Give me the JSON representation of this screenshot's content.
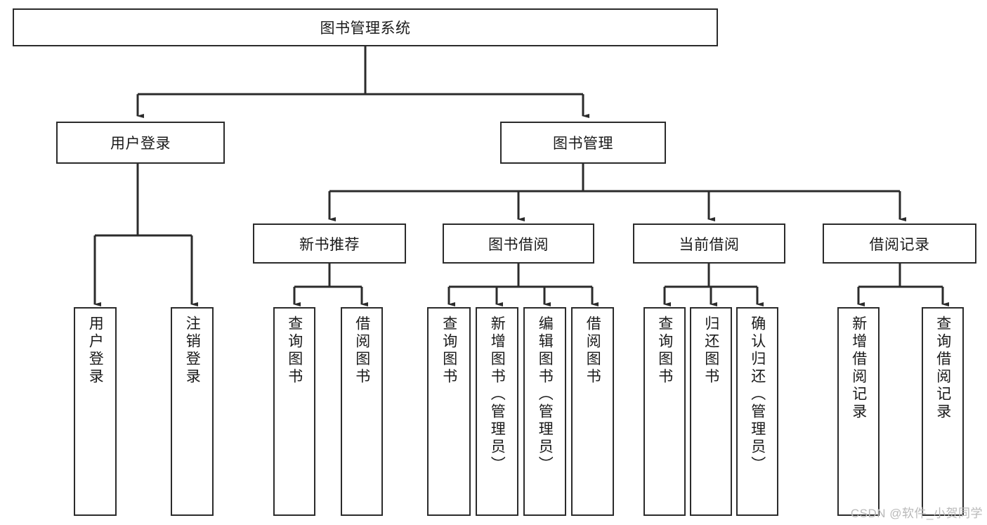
{
  "diagram": {
    "title": "图书管理系统",
    "watermark": "CSDN @软件_小贺同学",
    "colors": {
      "stroke": "#2b2b2b",
      "fill": "#ffffff",
      "text": "#1a1a1a",
      "watermark": "#b9b9b9"
    },
    "root": {
      "label": "图书管理系统"
    },
    "level2": [
      {
        "label": "用户登录"
      },
      {
        "label": "图书管理"
      }
    ],
    "level3": [
      {
        "label": "新书推荐"
      },
      {
        "label": "图书借阅"
      },
      {
        "label": "当前借阅"
      },
      {
        "label": "借阅记录"
      }
    ],
    "leaves": {
      "user_login": [
        {
          "label": "用户登录"
        },
        {
          "label": "注销登录"
        }
      ],
      "new_book": [
        {
          "label": "查询图书"
        },
        {
          "label": "借阅图书"
        }
      ],
      "borrow_book": [
        {
          "label": "查询图书"
        },
        {
          "label": "新增图书（管理员）"
        },
        {
          "label": "编辑图书（管理员）"
        },
        {
          "label": "借阅图书"
        }
      ],
      "current_borrow": [
        {
          "label": "查询图书"
        },
        {
          "label": "归还图书"
        },
        {
          "label": "确认归还（管理员）"
        }
      ],
      "borrow_record": [
        {
          "label": "新增借阅记录"
        },
        {
          "label": "查询借阅记录"
        }
      ]
    }
  }
}
